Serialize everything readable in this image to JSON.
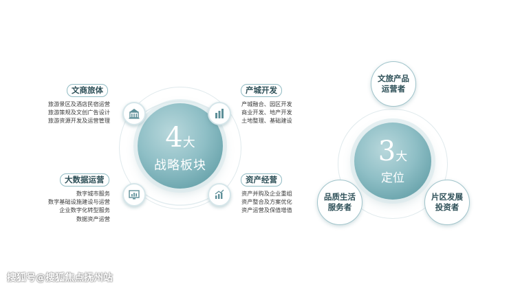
{
  "left": {
    "center": {
      "number": "4",
      "unit": "大",
      "subtitle": "战略板块"
    },
    "sectors": [
      {
        "title": "文商旅体",
        "lines": [
          "旅游景区及酒店民宿运营",
          "旅游策规及文创广告设计",
          "旅游资源开发及运营管理"
        ],
        "icon": "building-icon"
      },
      {
        "title": "产城开发",
        "lines": [
          "产城融合、园区开发",
          "商业开发、地产开发",
          "土地整理、基础建设"
        ],
        "icon": "city-bars-icon"
      },
      {
        "title": "大数据运营",
        "lines": [
          "数字城市服务",
          "数字基础设施建设与运营",
          "企业数字化转型服务",
          "数据资产运营"
        ],
        "icon": "monitor-chart-icon"
      },
      {
        "title": "资产经营",
        "lines": [
          "资产并购及企业重组",
          "资产整合及方案优化",
          "资产运营及保值增值"
        ],
        "icon": "growth-chart-icon"
      }
    ]
  },
  "right": {
    "center": {
      "number": "3",
      "unit": "大",
      "subtitle": "定位"
    },
    "roles": [
      {
        "line1": "文旅产品",
        "line2": "运营者"
      },
      {
        "line1": "品质生活",
        "line2": "服务者"
      },
      {
        "line1": "片区发展",
        "line2": "投资者"
      }
    ]
  },
  "watermark": "搜狐号@搜狐焦点抚州站"
}
